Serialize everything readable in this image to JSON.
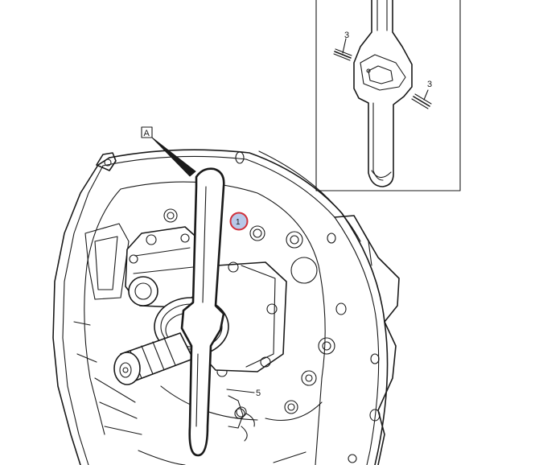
{
  "callouts": {
    "view_a": "A",
    "part_1": "1",
    "pin_left": "3",
    "pin_right": "3",
    "part_5": "5"
  },
  "colors": {
    "line": "#1a1a1a",
    "background": "#ffffff",
    "highlight_ring": "#d0303a",
    "highlight_fill": "#b8c8e8"
  }
}
